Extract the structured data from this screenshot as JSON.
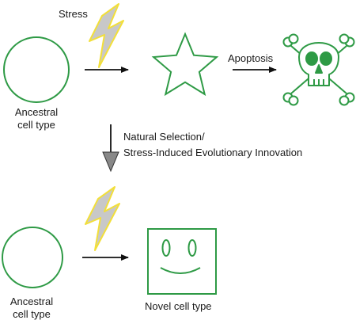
{
  "colors": {
    "cell_outline": "#2e9a45",
    "bolt_fill": "#c8c8c8",
    "bolt_outline": "#f2df3a",
    "arrow": "#111111",
    "big_arrow_fill": "#888888",
    "text": "#1a1a1a"
  },
  "icons": {
    "stress": "lightning-bolt",
    "death": "skull-and-crossbones",
    "novel_cell": "smiley-face-square"
  },
  "labels": {
    "stress": "Stress",
    "apoptosis": "Apoptosis",
    "ancestral_top_line1": "Ancestral",
    "ancestral_top_line2": "cell type",
    "selection_line1": "Natural Selection/",
    "selection_line2": "Stress-Induced Evolutionary Innovation",
    "ancestral_bottom_line1": "Ancestral",
    "ancestral_bottom_line2": "cell type",
    "novel": "Novel cell type"
  }
}
